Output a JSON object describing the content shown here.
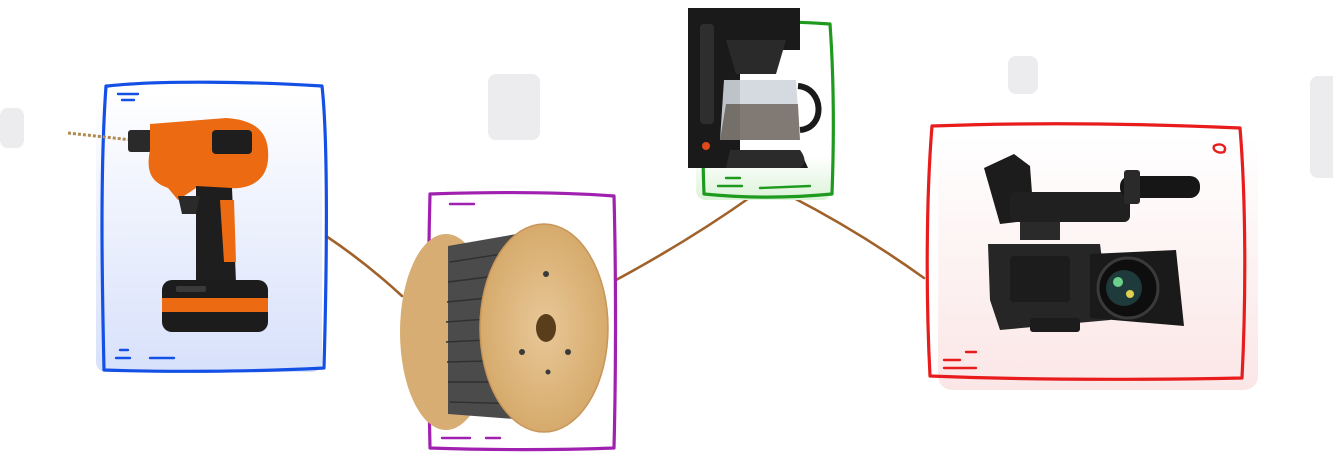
{
  "colors": {
    "drill_frame": "#1450e6",
    "spool_frame": "#a020b0",
    "coffee_frame": "#1e9a1e",
    "camera_frame": "#e81c1c",
    "connector": "#a0622a"
  },
  "nodes": [
    {
      "id": "drill",
      "icon": "cordless-drill-icon"
    },
    {
      "id": "spool",
      "icon": "cable-spool-icon"
    },
    {
      "id": "coffee",
      "icon": "coffee-maker-icon"
    },
    {
      "id": "camera",
      "icon": "video-camera-icon"
    }
  ],
  "edges": [
    {
      "from": "drill",
      "to": "spool"
    },
    {
      "from": "spool",
      "to": "coffee"
    },
    {
      "from": "coffee",
      "to": "camera"
    }
  ]
}
